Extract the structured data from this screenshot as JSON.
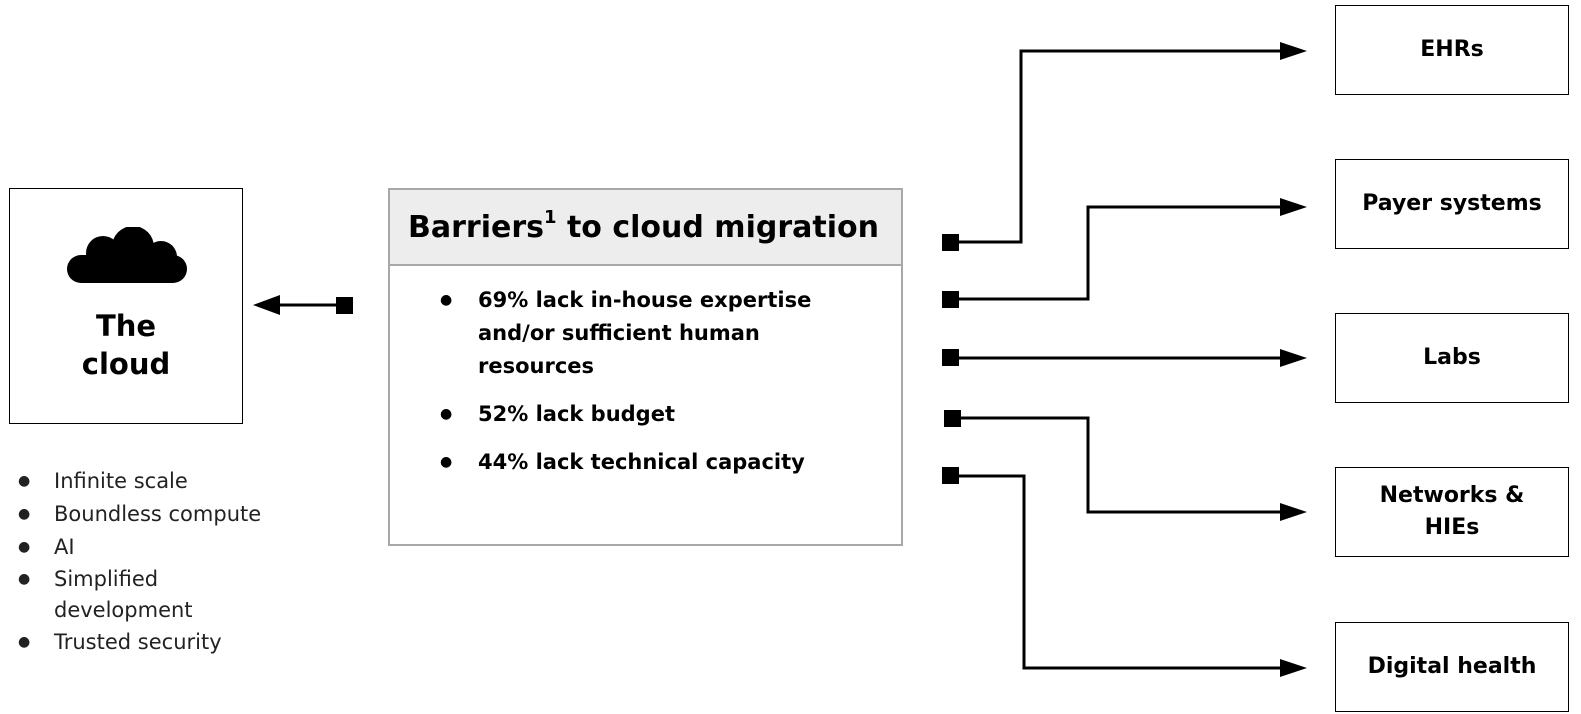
{
  "cloud": {
    "label_line1": "The",
    "label_line2": "cloud",
    "icon": "cloud-icon",
    "benefits": [
      "Infinite scale",
      "Boundless compute",
      "AI",
      "Simplified development",
      "Trusted security"
    ]
  },
  "barriers": {
    "title_pre": "Barriers",
    "title_footnote": "1",
    "title_post": " to cloud migration",
    "items": [
      "69% lack in-house expertise and/or sufficient human resources",
      "52% lack budget",
      "44% lack technical capacity"
    ]
  },
  "targets": [
    "EHRs",
    "Payer systems",
    "Labs",
    "Networks & HIEs",
    "Digital health"
  ],
  "colors": {
    "border": "#000000",
    "barriers_border": "#a8a8a8",
    "barriers_header_bg": "#ededed"
  }
}
